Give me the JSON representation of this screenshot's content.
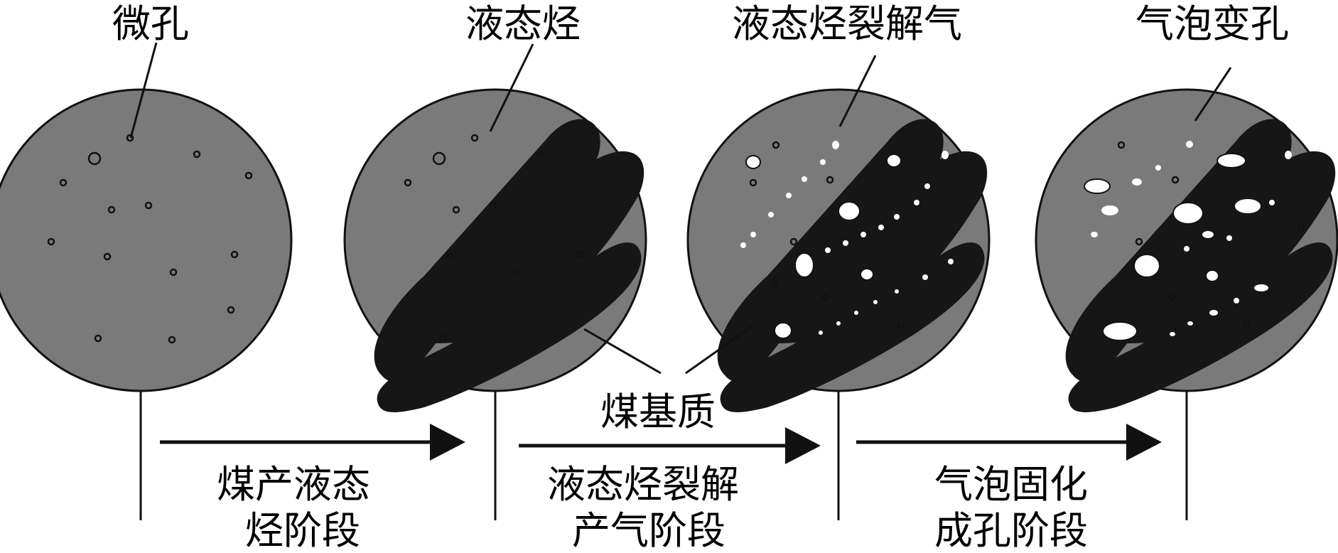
{
  "labels": {
    "micropore": "微孔",
    "liquid_hydrocarbon": "液态烃",
    "cracking_gas": "液态烃裂解气",
    "bubble_to_pore": "气泡变孔",
    "coal_matrix": "煤基质"
  },
  "stages": [
    {
      "line1": "煤产液态",
      "line2": "烃阶段"
    },
    {
      "line1": "液态烃裂解",
      "line2": "产气阶段"
    },
    {
      "line1": "气泡固化",
      "line2": "成孔阶段"
    }
  ],
  "colors": {
    "matrix": "#7a7a7a",
    "hydrocarbon": "#161616",
    "pore": "#ffffff",
    "outline": "#111111"
  }
}
